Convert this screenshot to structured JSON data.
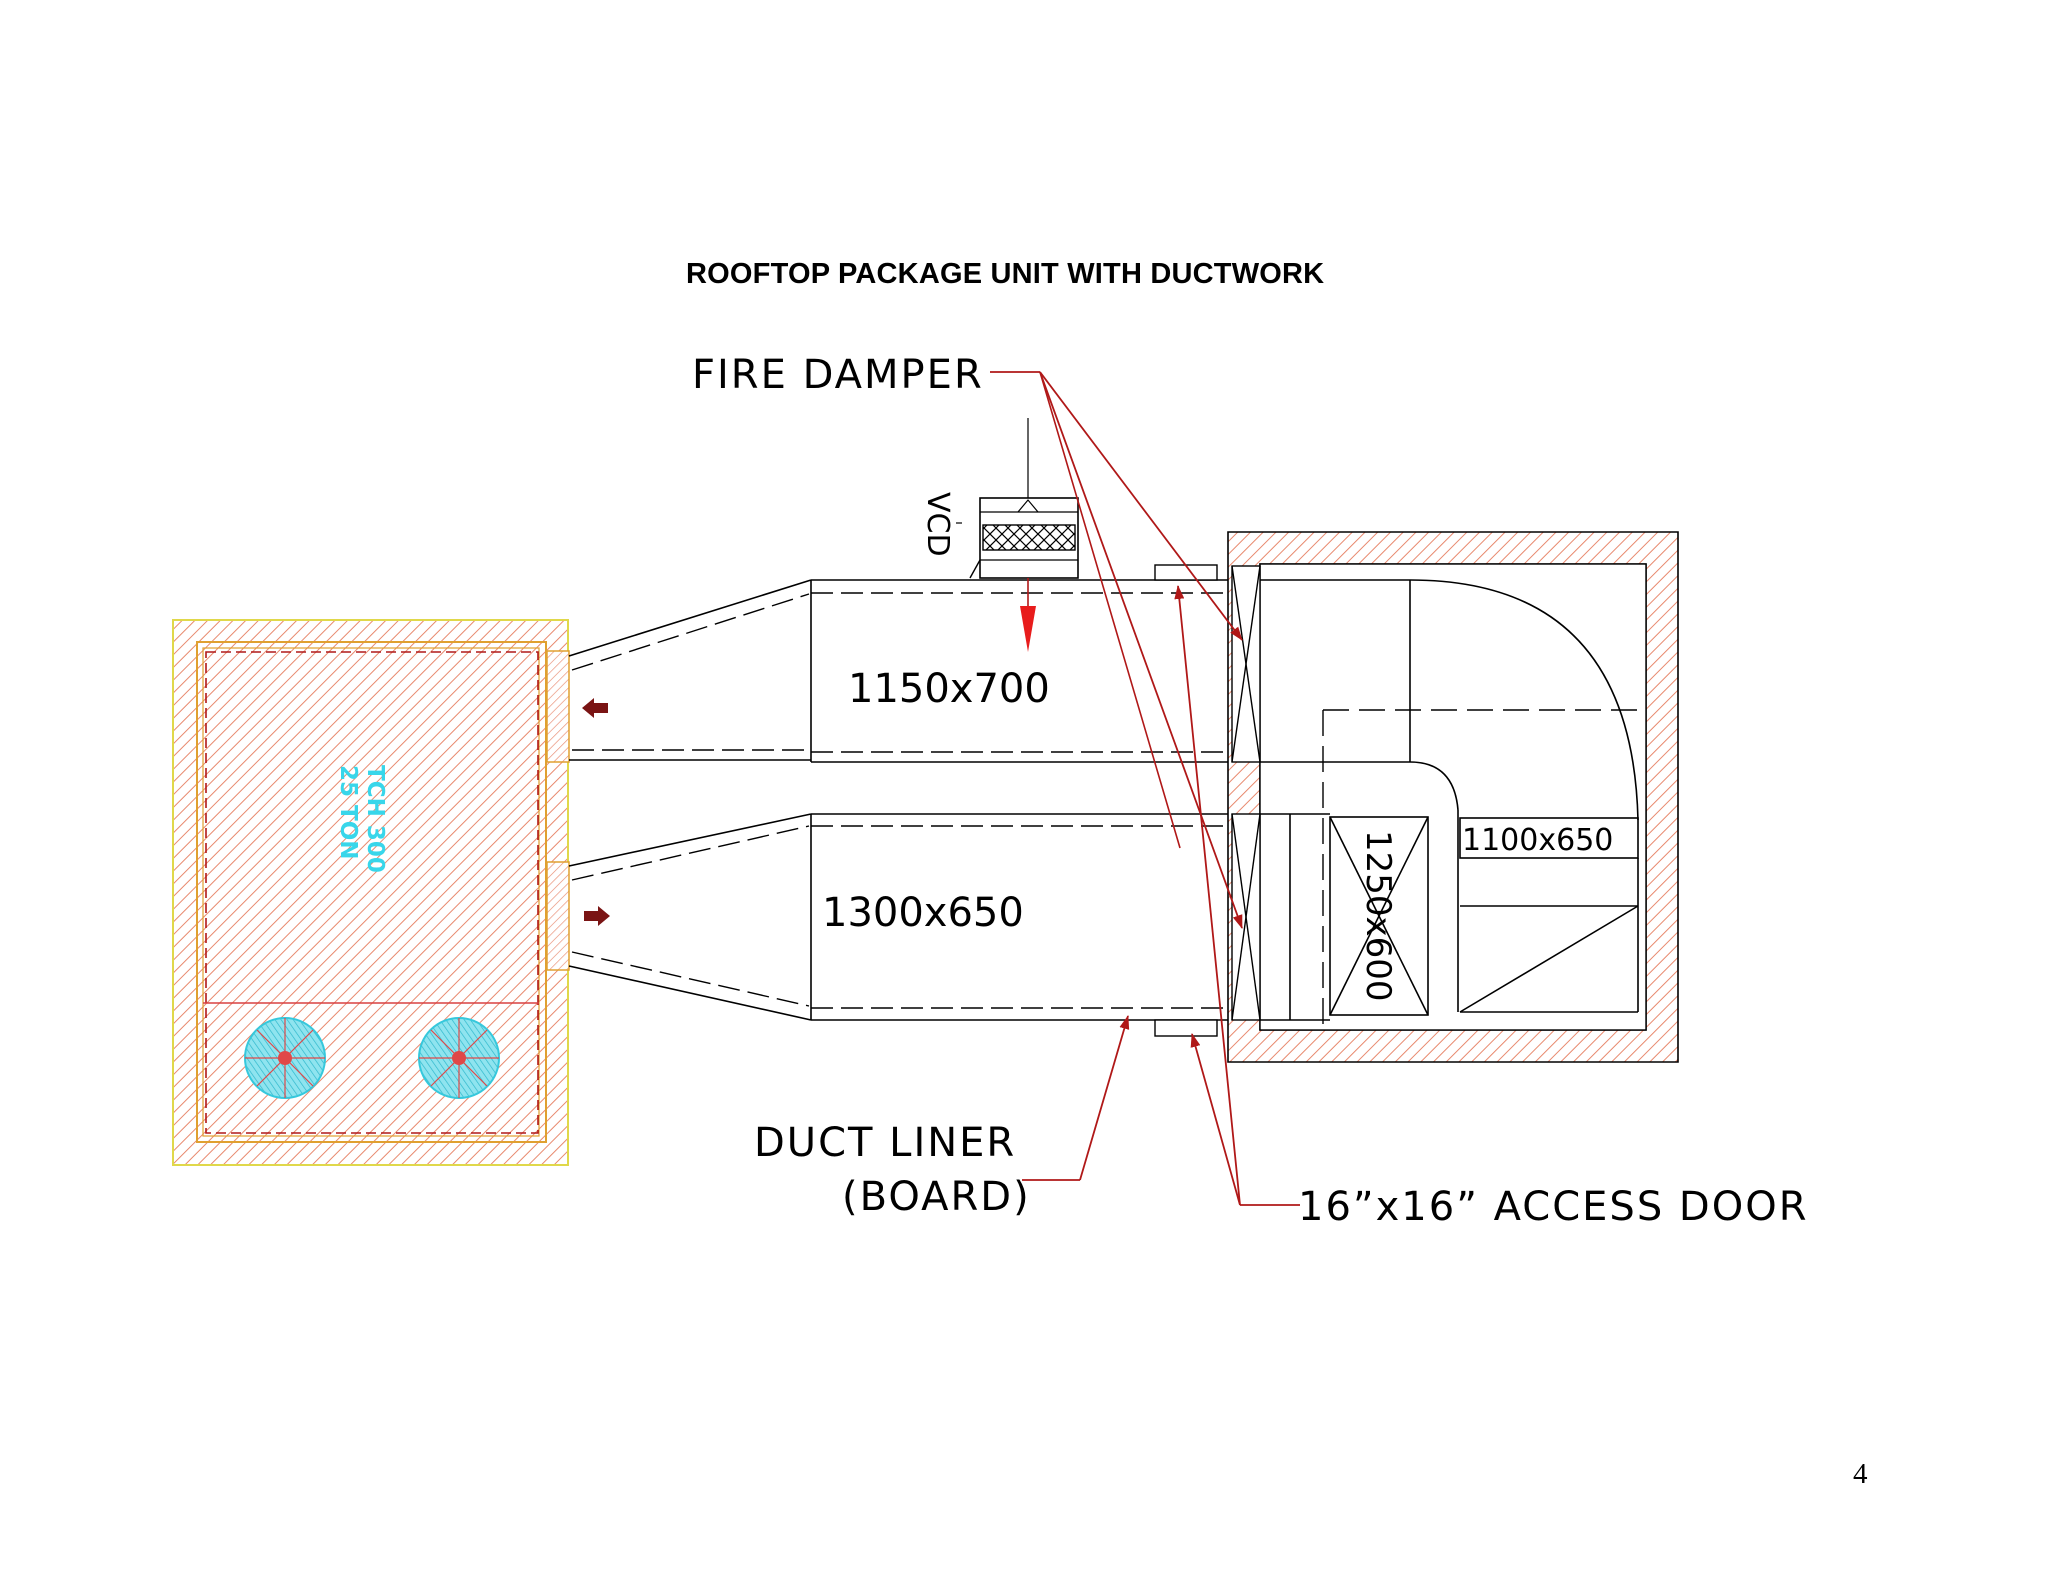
{
  "title": "ROOFTOP PACKAGE UNIT WITH DUCTWORK",
  "page_number": "4",
  "unit": {
    "model": "TCH 300",
    "capacity": "25 TON"
  },
  "labels": {
    "fire_damper": "FIRE  DAMPER",
    "vcd": "VCD",
    "duct_liner_line1": "DUCT  LINER",
    "duct_liner_line2": "(BOARD)",
    "access_door": "16”x16”  ACCESS  DOOR"
  },
  "duct_sizes": {
    "return_duct": "1150x700",
    "supply_duct": "1300x650",
    "elbow": "1100x650",
    "branch": "1250x600"
  },
  "colors": {
    "hatch": "#e8896e",
    "unit_outline": "#e0d84a",
    "leader": "#b01818",
    "fan": "#36c8dc",
    "fan_hub": "#e04848",
    "flow_arrow": "#7a1414",
    "text_unit": "#38d6ea"
  }
}
